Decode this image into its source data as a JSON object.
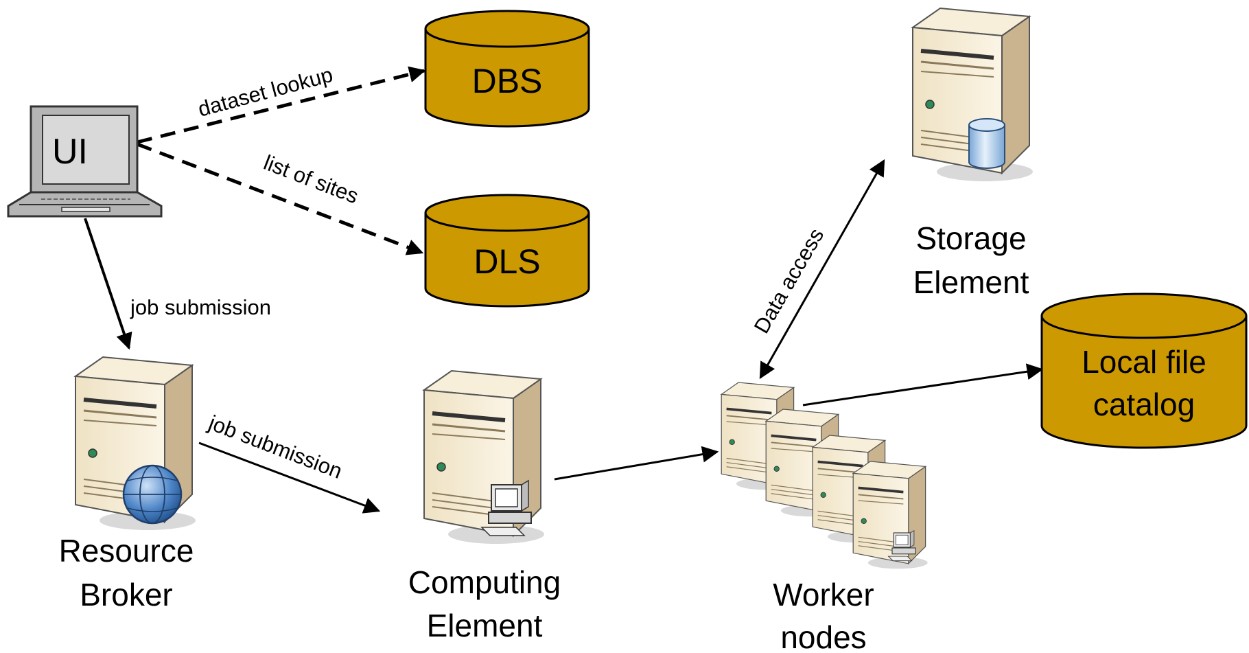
{
  "diagram": {
    "nodes": {
      "ui": {
        "label": "UI"
      },
      "dbs": {
        "label": "DBS"
      },
      "dls": {
        "label": "DLS"
      },
      "resource_broker": {
        "label_line1": "Resource",
        "label_line2": "Broker"
      },
      "computing_element": {
        "label_line1": "Computing",
        "label_line2": "Element"
      },
      "worker_nodes": {
        "label_line1": "Worker",
        "label_line2": "nodes"
      },
      "storage_element": {
        "label_line1": "Storage",
        "label_line2": "Element"
      },
      "local_file_catalog": {
        "label_line1": "Local file",
        "label_line2": "catalog"
      }
    },
    "edges": {
      "ui_to_dbs": {
        "label": "dataset lookup",
        "style": "dashed"
      },
      "ui_to_dls": {
        "label": "list of sites",
        "style": "dashed"
      },
      "ui_to_rb": {
        "label": "job submission",
        "style": "solid"
      },
      "rb_to_ce": {
        "label": "job submission",
        "style": "solid"
      },
      "ce_to_wn": {
        "label": "",
        "style": "solid"
      },
      "wn_to_se": {
        "label": "Data access",
        "style": "solid, bidirectional"
      },
      "wn_to_lfc": {
        "label": "",
        "style": "solid"
      }
    },
    "colors": {
      "database_fill": "#CC9900",
      "server_body": "#F2E6CC",
      "server_side": "#C9B48F",
      "laptop_grey": "#B5B5B5",
      "globe_blue": "#4F86C8",
      "storage_cylinder": "#A9CBEA"
    },
    "icons": [
      "laptop-icon",
      "database-icon",
      "server-icon",
      "globe-icon",
      "workstation-icon",
      "storage-cylinder-icon"
    ]
  }
}
